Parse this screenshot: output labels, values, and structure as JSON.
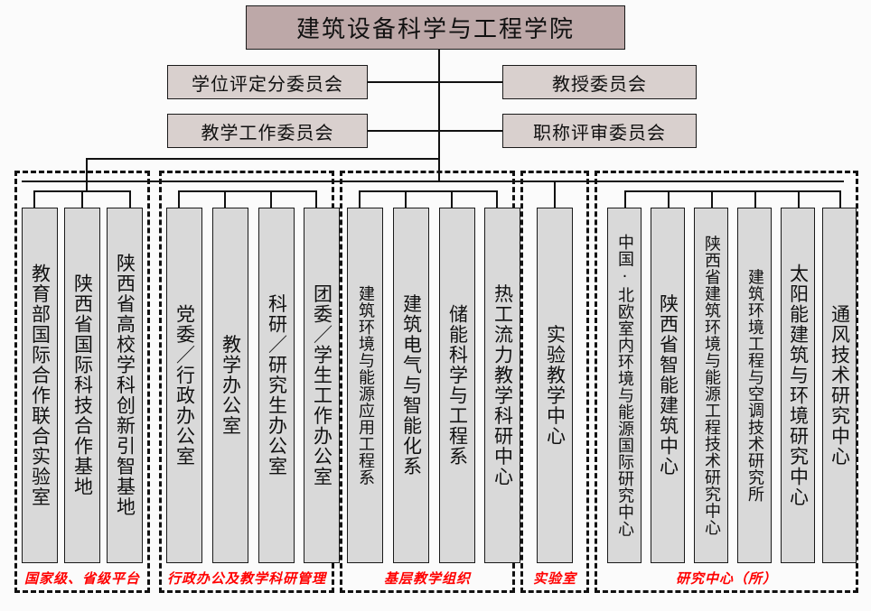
{
  "title": "建筑设备科学与工程学院",
  "committees": [
    {
      "label": "学位评定分委员会"
    },
    {
      "label": "教授委员会"
    },
    {
      "label": "教学工作委员会"
    },
    {
      "label": "职称评审委员会"
    }
  ],
  "groups": [
    {
      "label": "国家级、省级平台",
      "units": [
        "教育部国际合作联合实验室",
        "陕西省国际科技合作基地",
        "陕西省高校学科创新引智基地"
      ]
    },
    {
      "label": "行政办公及教学科研管理",
      "units": [
        "党委／行政办公室",
        "教学办公室",
        "科研／研究生办公室",
        "团委／学生工作办公室"
      ]
    },
    {
      "label": "基层教学组织",
      "units": [
        "建筑环境与能源应用工程系",
        "建筑电气与智能化系",
        "储能科学与工程系",
        "热工流力教学科研中心"
      ]
    },
    {
      "label": "实验室",
      "units": [
        "实验教学中心"
      ]
    },
    {
      "label": "研究中心（所）",
      "units": [
        "中国·北欧室内环境与能源国际研究中心",
        "陕西省智能建筑中心",
        "陕西省建筑环境与能源工程技术研究中心",
        "建筑环境工程与空调技术研究所",
        "太阳能建筑与环境研究中心",
        "通风技术研究中心"
      ]
    }
  ],
  "colors": {
    "title_box": "#bda8a8",
    "committee_box": "#d9d0ce",
    "unit_box": "#d9d9d9",
    "group_label": "#ff0000",
    "line": "#111111"
  }
}
